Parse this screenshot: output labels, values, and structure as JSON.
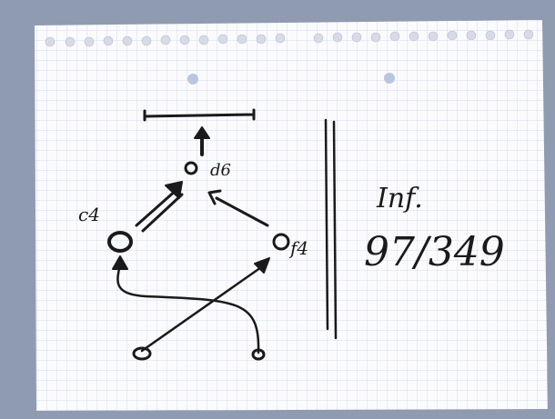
{
  "labels": {
    "note_small": "c4",
    "note_top": "d6",
    "note_right": "f4",
    "annotation_line1": "Inf.",
    "annotation_line2": "97/349"
  },
  "colors": {
    "background": "#8f9bb0",
    "paper": "#fbfbfd",
    "grid": "#c9d3e6",
    "ink": "#1a1a1a"
  },
  "icons": [
    "spiral-binding-holes",
    "punch-hole"
  ]
}
